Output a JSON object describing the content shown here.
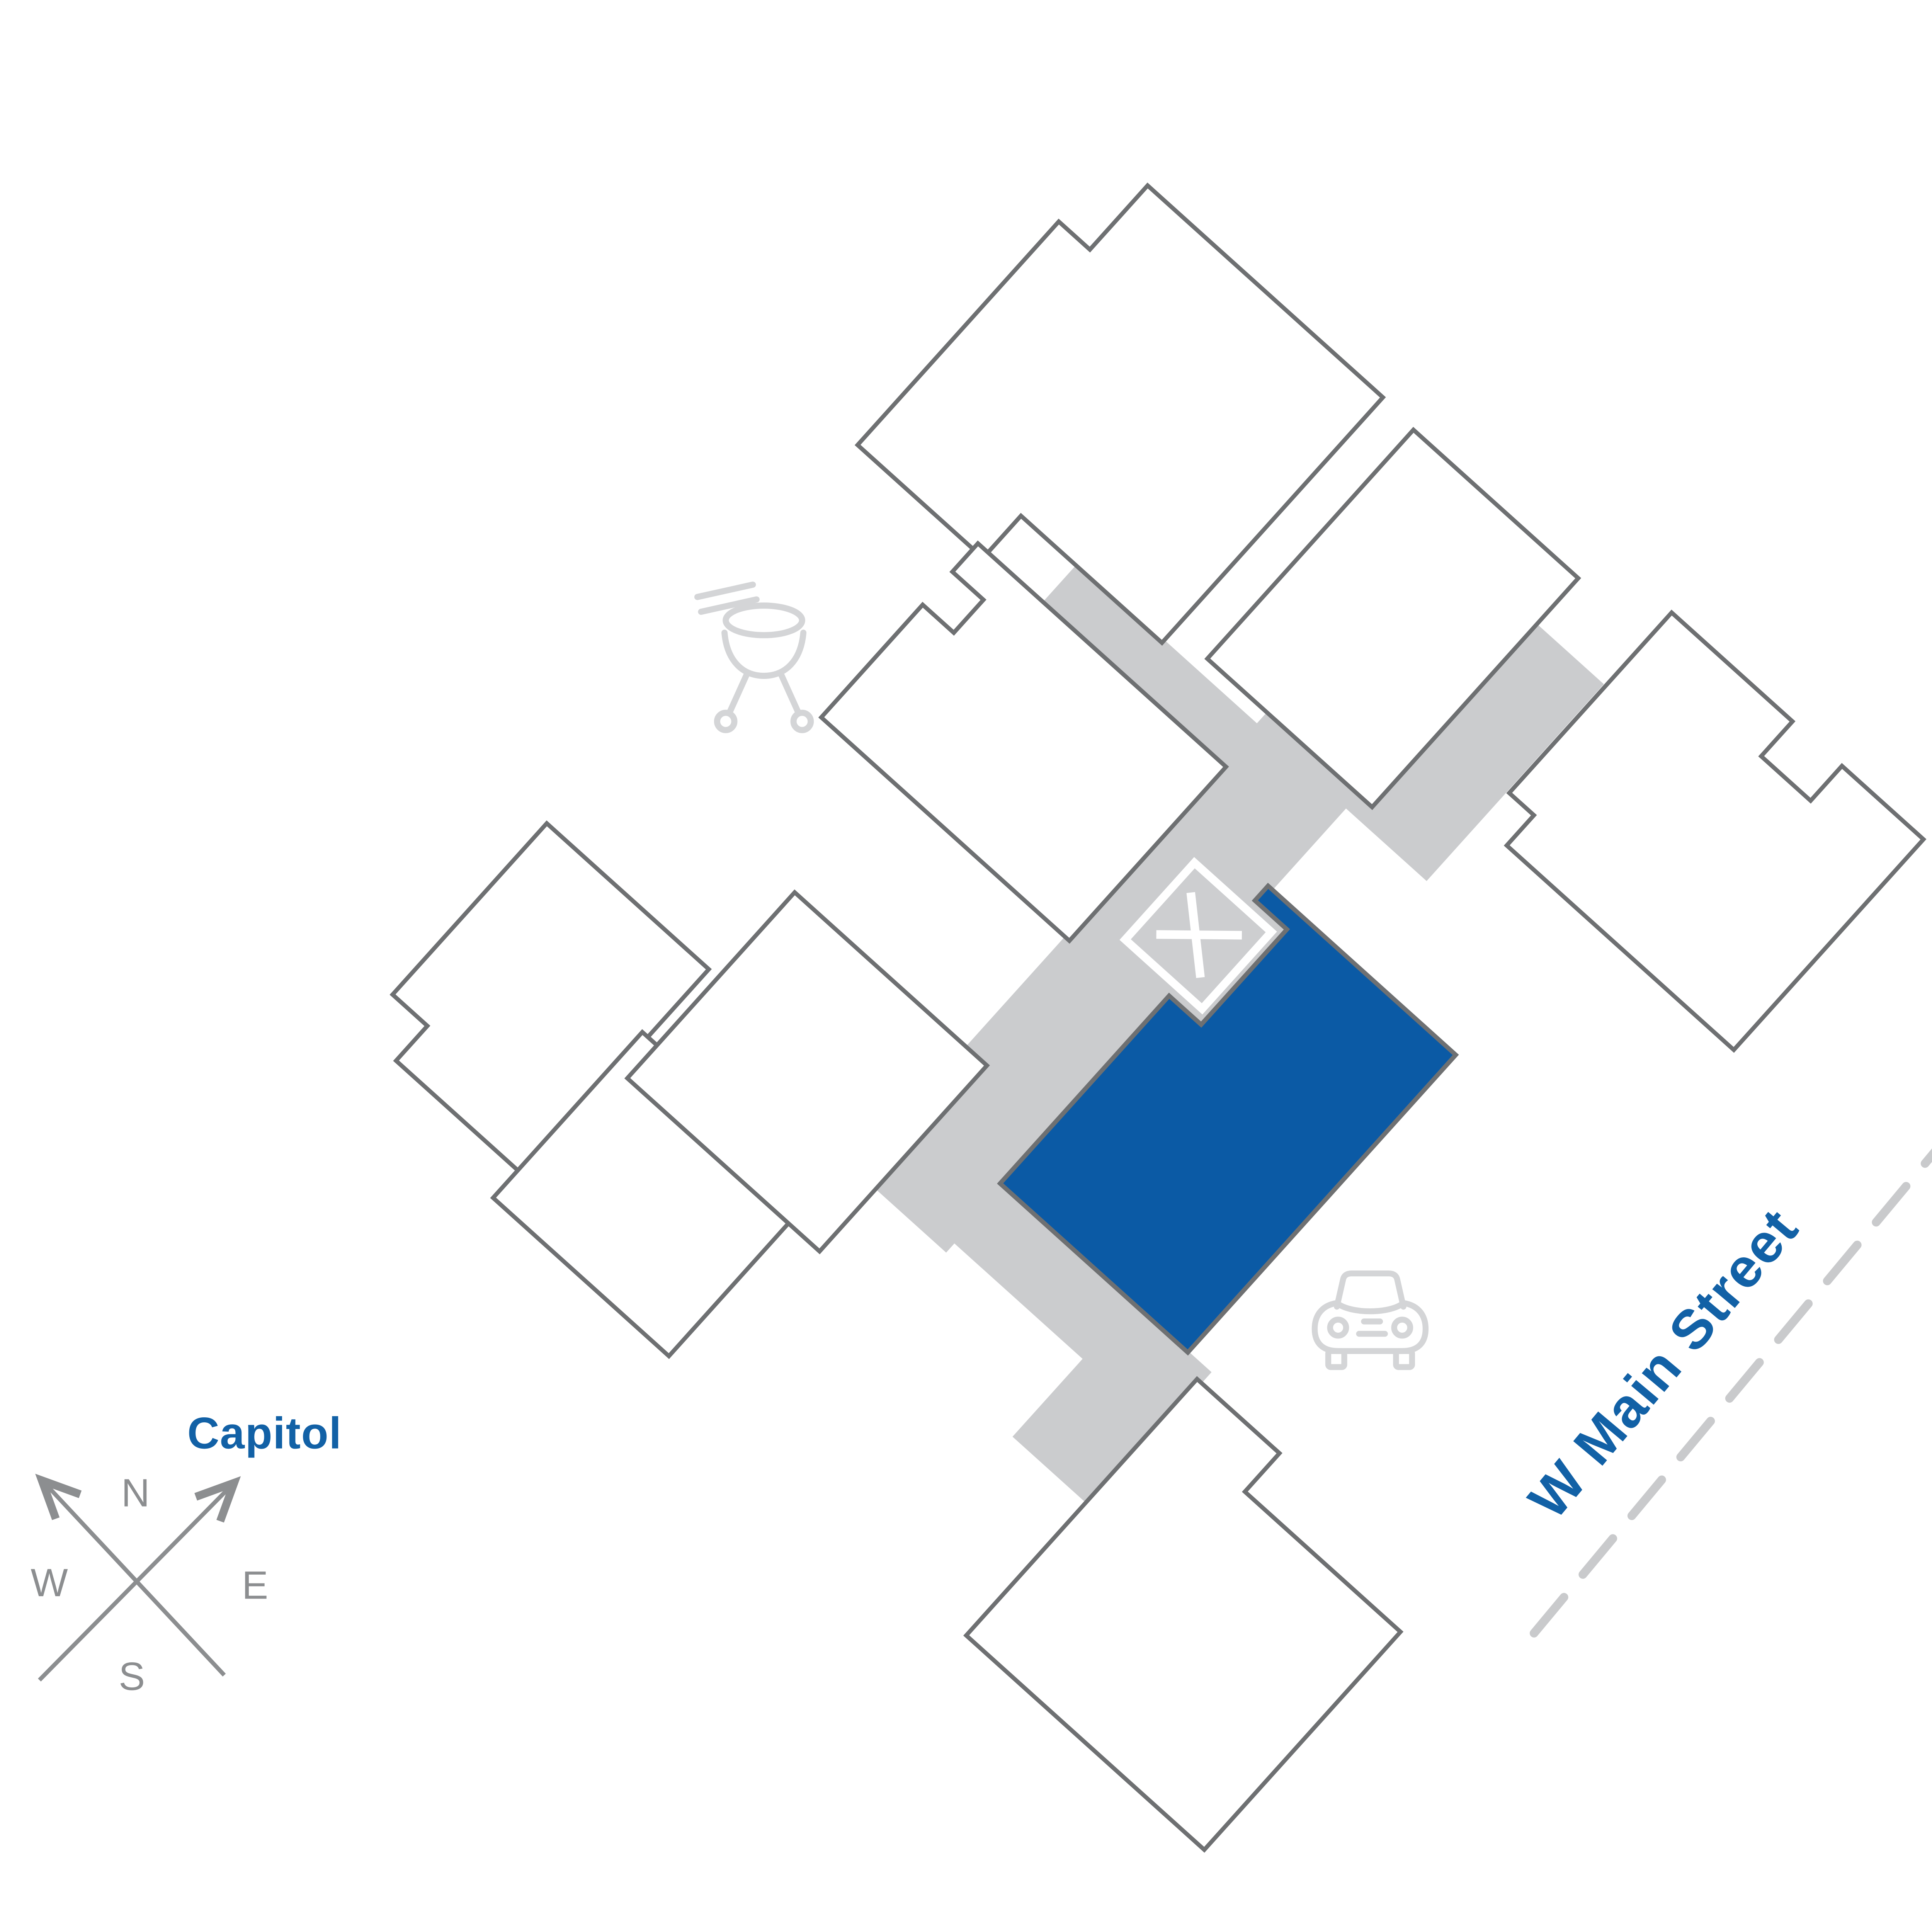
{
  "site_map": {
    "street_label": "W Main Street",
    "landmark_label": "Capitol",
    "compass": {
      "north": "N",
      "east": "E",
      "south": "S",
      "west": "W"
    },
    "highlighted_building": {
      "marker_glyph": "X",
      "fill_color": "#0B5AA5"
    },
    "colors": {
      "label_blue": "#1261A6",
      "walkway_gray": "#CBCCCE",
      "building_fill": "#FFFFFF",
      "building_outline": "#6E7072",
      "icon_gray": "#D4D5D7",
      "compass_gray": "#8C8E90",
      "street_dash_gray": "#C9CACC"
    },
    "icons": [
      "bbq-grill-icon",
      "car-icon",
      "x-marker-icon",
      "compass-icon"
    ]
  }
}
